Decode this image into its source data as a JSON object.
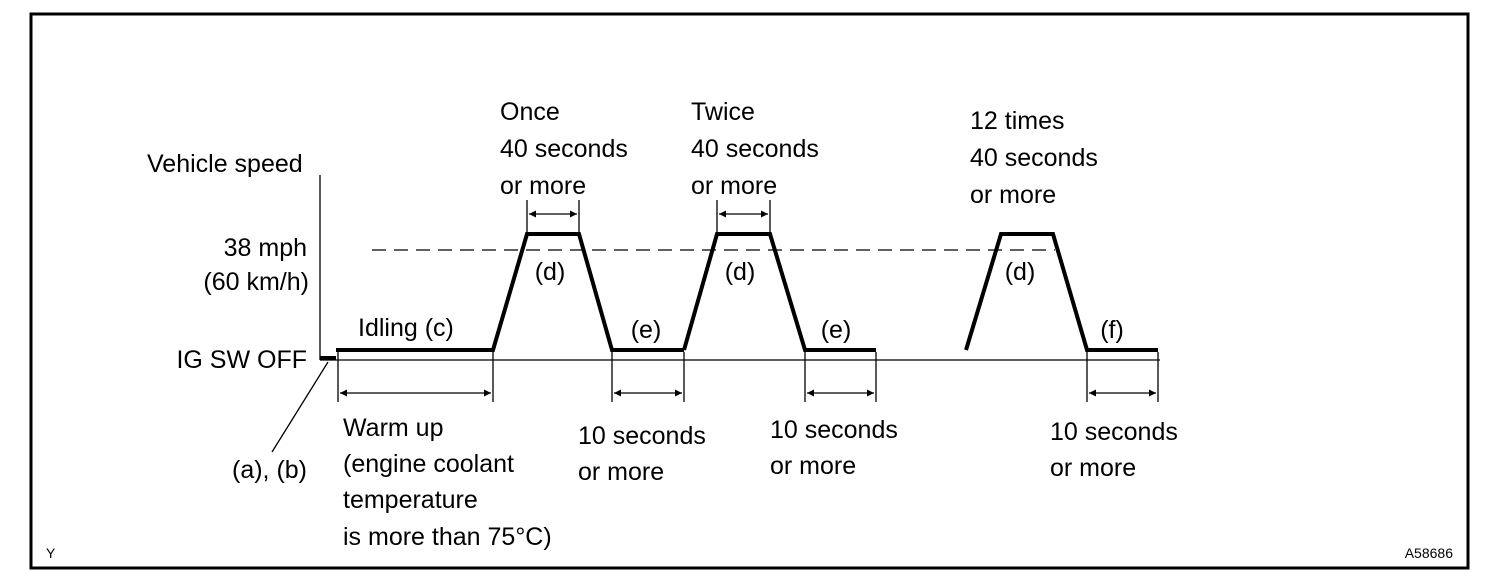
{
  "diagram": {
    "title": "",
    "axis": {
      "y_label": "Vehicle speed",
      "speed_mph": "38 mph",
      "speed_kmh": "(60 km/h)",
      "baseline": "IG SW OFF"
    },
    "steps": {
      "ab": "(a), (b)",
      "c": "Idling (c)",
      "d1": "(d)",
      "d2": "(d)",
      "d3": "(d)",
      "e1": "(e)",
      "e2": "(e)",
      "f": "(f)"
    },
    "warmup": {
      "line1": "Warm up",
      "line2": "(engine coolant",
      "line3": "temperature",
      "line4": "is more than 75°C)"
    },
    "drive_notes": [
      {
        "count": "Once",
        "duration": "40 seconds",
        "qualifier": "or more"
      },
      {
        "count": "Twice",
        "duration": "40 seconds",
        "qualifier": "or more"
      },
      {
        "count": "12 times",
        "duration": "40 seconds",
        "qualifier": "or more"
      }
    ],
    "rest_notes": [
      {
        "duration": "10 seconds",
        "qualifier": "or more"
      },
      {
        "duration": "10 seconds",
        "qualifier": "or more"
      },
      {
        "duration": "10 seconds",
        "qualifier": "or more"
      }
    ],
    "corner_left": "Y",
    "corner_right": "A58686"
  }
}
